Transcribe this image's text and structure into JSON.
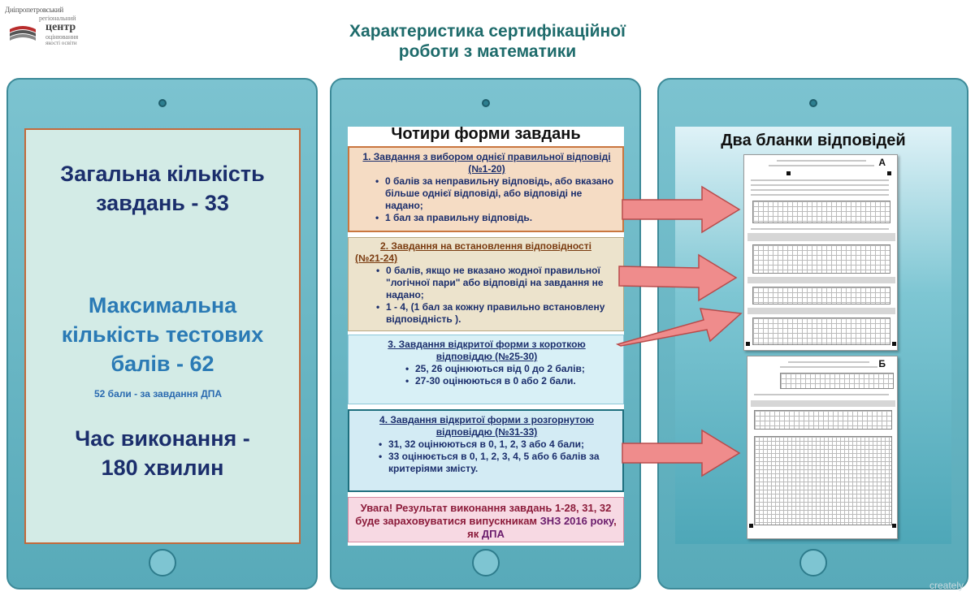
{
  "logo": {
    "line1": "Дніпропетровський",
    "line2": "регіональний",
    "line3": "центр",
    "line4": "оцінювання",
    "line5": "якості освіти",
    "icon": "books-logo-icon"
  },
  "title_line1": "Характеристика сертифікаційної",
  "title_line2": "роботи з математики",
  "panel1": {
    "total_line1": "Загальна кількість",
    "total_line2": "завдань - 33",
    "max_line1": "Максимальна",
    "max_line2": "кількість тестових",
    "max_line3": "балів - 62",
    "note": "52 бали - за завдання ДПА",
    "time_line1": "Час виконання -",
    "time_line2": "180 хвилин"
  },
  "panel2": {
    "title": "Чотири форми завдань",
    "card1": {
      "title_line1": "1. Завдання з вибором однієї правильної відповіді",
      "title_line2": "(№1-20)",
      "items": [
        "0 балів за неправильну відповідь, або вказано більше однієї відповіді, або відповіді не надано;",
        "1 бал за правильну відповідь."
      ]
    },
    "card2": {
      "title_line1": "2. Завдання на встановлення відповідності",
      "title_line2": "(№21-24)",
      "items": [
        "0 балів, якщо не вказано жодної правильної \"логічної пари\" або відповіді на завдання не надано;",
        "1 - 4, (1 бал за кожну правильно встановлену відповідність )."
      ]
    },
    "card3": {
      "title_line1": "3. Завдання відкритої форми з короткою",
      "title_line2": "відповіддю (№25-30)",
      "items": [
        "25, 26 оцінюються від 0 до 2 балів;",
        "27-30 оцінюються в 0 або 2 бали."
      ]
    },
    "card4": {
      "title_line1": "4. Завдання відкритої форми з розгорнутою",
      "title_line2": "відповіддю (№31-33)",
      "items": [
        "31, 32 оцінюються в 0, 1, 2, 3 або 4 бали;",
        "33 оцінюється в 0, 1, 2, 3, 4, 5 або 6 балів за критеріями змісту."
      ]
    },
    "warning_prefix": "Увага! Результат виконання завдань ",
    "warning_tasks": "1-28, 31, 32",
    "warning_mid": " буде зараховуватися випускникам ",
    "warning_school": "ЗНЗ 2016 року",
    "warning_tail": ", як ",
    "warning_dpa": "ДПА"
  },
  "panel3": {
    "title": "Два бланки відповідей",
    "sheet_a_label": "А",
    "sheet_b_label": "Б"
  },
  "watermark": "creately",
  "colors": {
    "tablet": "#6bb7c5",
    "title_teal": "#1e6b6b",
    "navy": "#1b2e6c",
    "blue": "#2a7ab5",
    "arrow_fill": "#ef8c8c"
  }
}
